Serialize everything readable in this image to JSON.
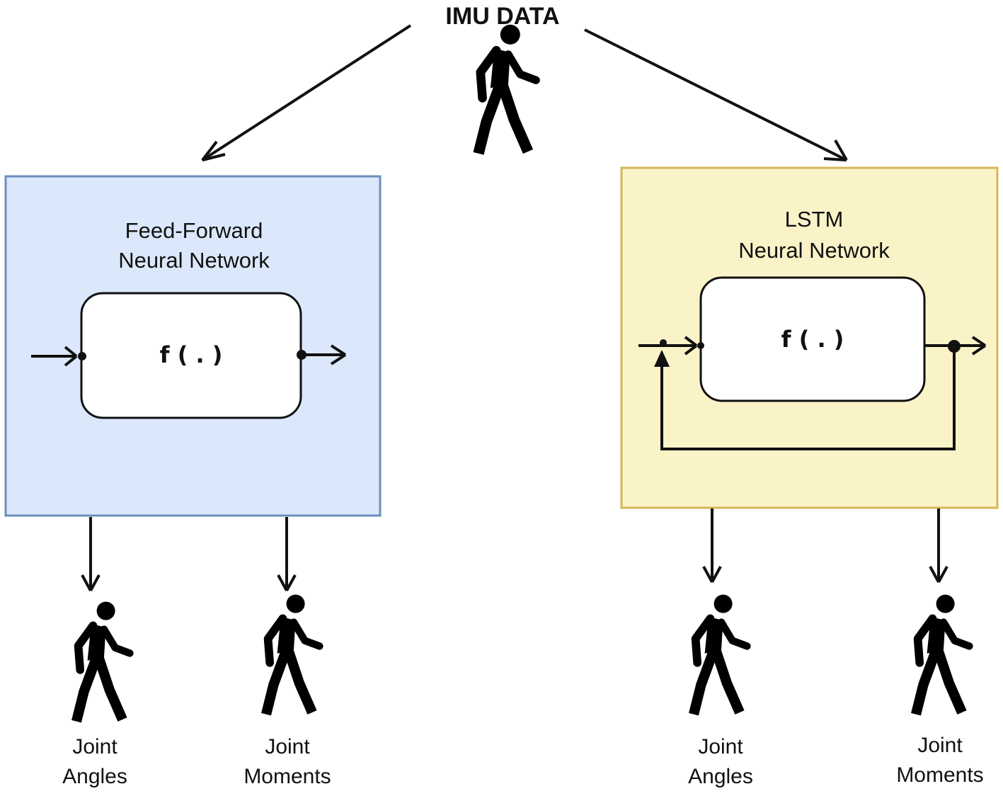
{
  "title": "IMU DATA",
  "colors": {
    "ffnn_fill": "#dbe8fb",
    "ffnn_stroke": "#6c8ebf",
    "lstm_fill": "#fbf3c8",
    "lstm_stroke": "#d6b656",
    "line": "#111111"
  },
  "ffnn": {
    "title_line1": "Feed-Forward",
    "title_line2": "Neural Network",
    "function_label": "f ( . )",
    "outputs": [
      {
        "line1": "Joint",
        "line2": "Angles",
        "icon": "walking-person-icon"
      },
      {
        "line1": "Joint",
        "line2": "Moments",
        "icon": "walking-person-icon"
      }
    ]
  },
  "lstm": {
    "title_line1": "LSTM",
    "title_line2": "Neural Network",
    "function_label": "f ( . )",
    "outputs": [
      {
        "line1": "Joint",
        "line2": "Angles",
        "icon": "walking-person-icon"
      },
      {
        "line1": "Joint",
        "line2": "Moments",
        "icon": "walking-person-icon"
      }
    ]
  },
  "input_icon": "walking-person-icon"
}
